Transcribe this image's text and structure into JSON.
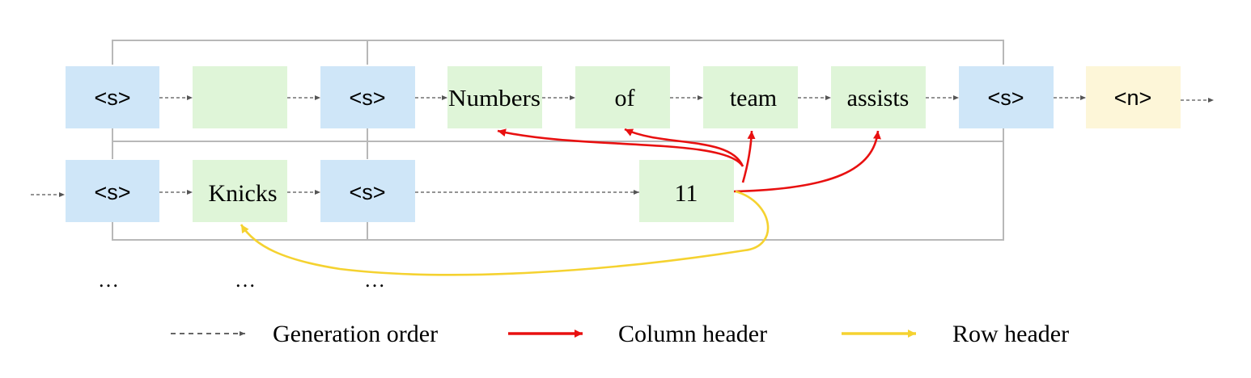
{
  "colors": {
    "special_token": "#cfe6f8",
    "content_token": "#dff5d8",
    "newline_token": "#fdf6d8",
    "grid": "#b8b8b8",
    "dashed": "#555555",
    "column_header": "#e81010",
    "row_header": "#f5d230"
  },
  "row1": [
    {
      "label": "<s>",
      "kind": "special"
    },
    {
      "label": "",
      "kind": "content"
    },
    {
      "label": "<s>",
      "kind": "special"
    },
    {
      "label": "Numbers",
      "kind": "content"
    },
    {
      "label": "of",
      "kind": "content"
    },
    {
      "label": "team",
      "kind": "content"
    },
    {
      "label": "assists",
      "kind": "content"
    },
    {
      "label": "<s>",
      "kind": "special"
    },
    {
      "label": "<n>",
      "kind": "newline"
    }
  ],
  "row2": [
    {
      "label": "<s>",
      "kind": "special"
    },
    {
      "label": "Knicks",
      "kind": "content"
    },
    {
      "label": "<s>",
      "kind": "special"
    },
    {
      "label": "11",
      "kind": "content"
    }
  ],
  "ellipsis": [
    "…",
    "…",
    "…"
  ],
  "legend": {
    "generation_order": "Generation order",
    "column_header": "Column header",
    "row_header": "Row header"
  }
}
